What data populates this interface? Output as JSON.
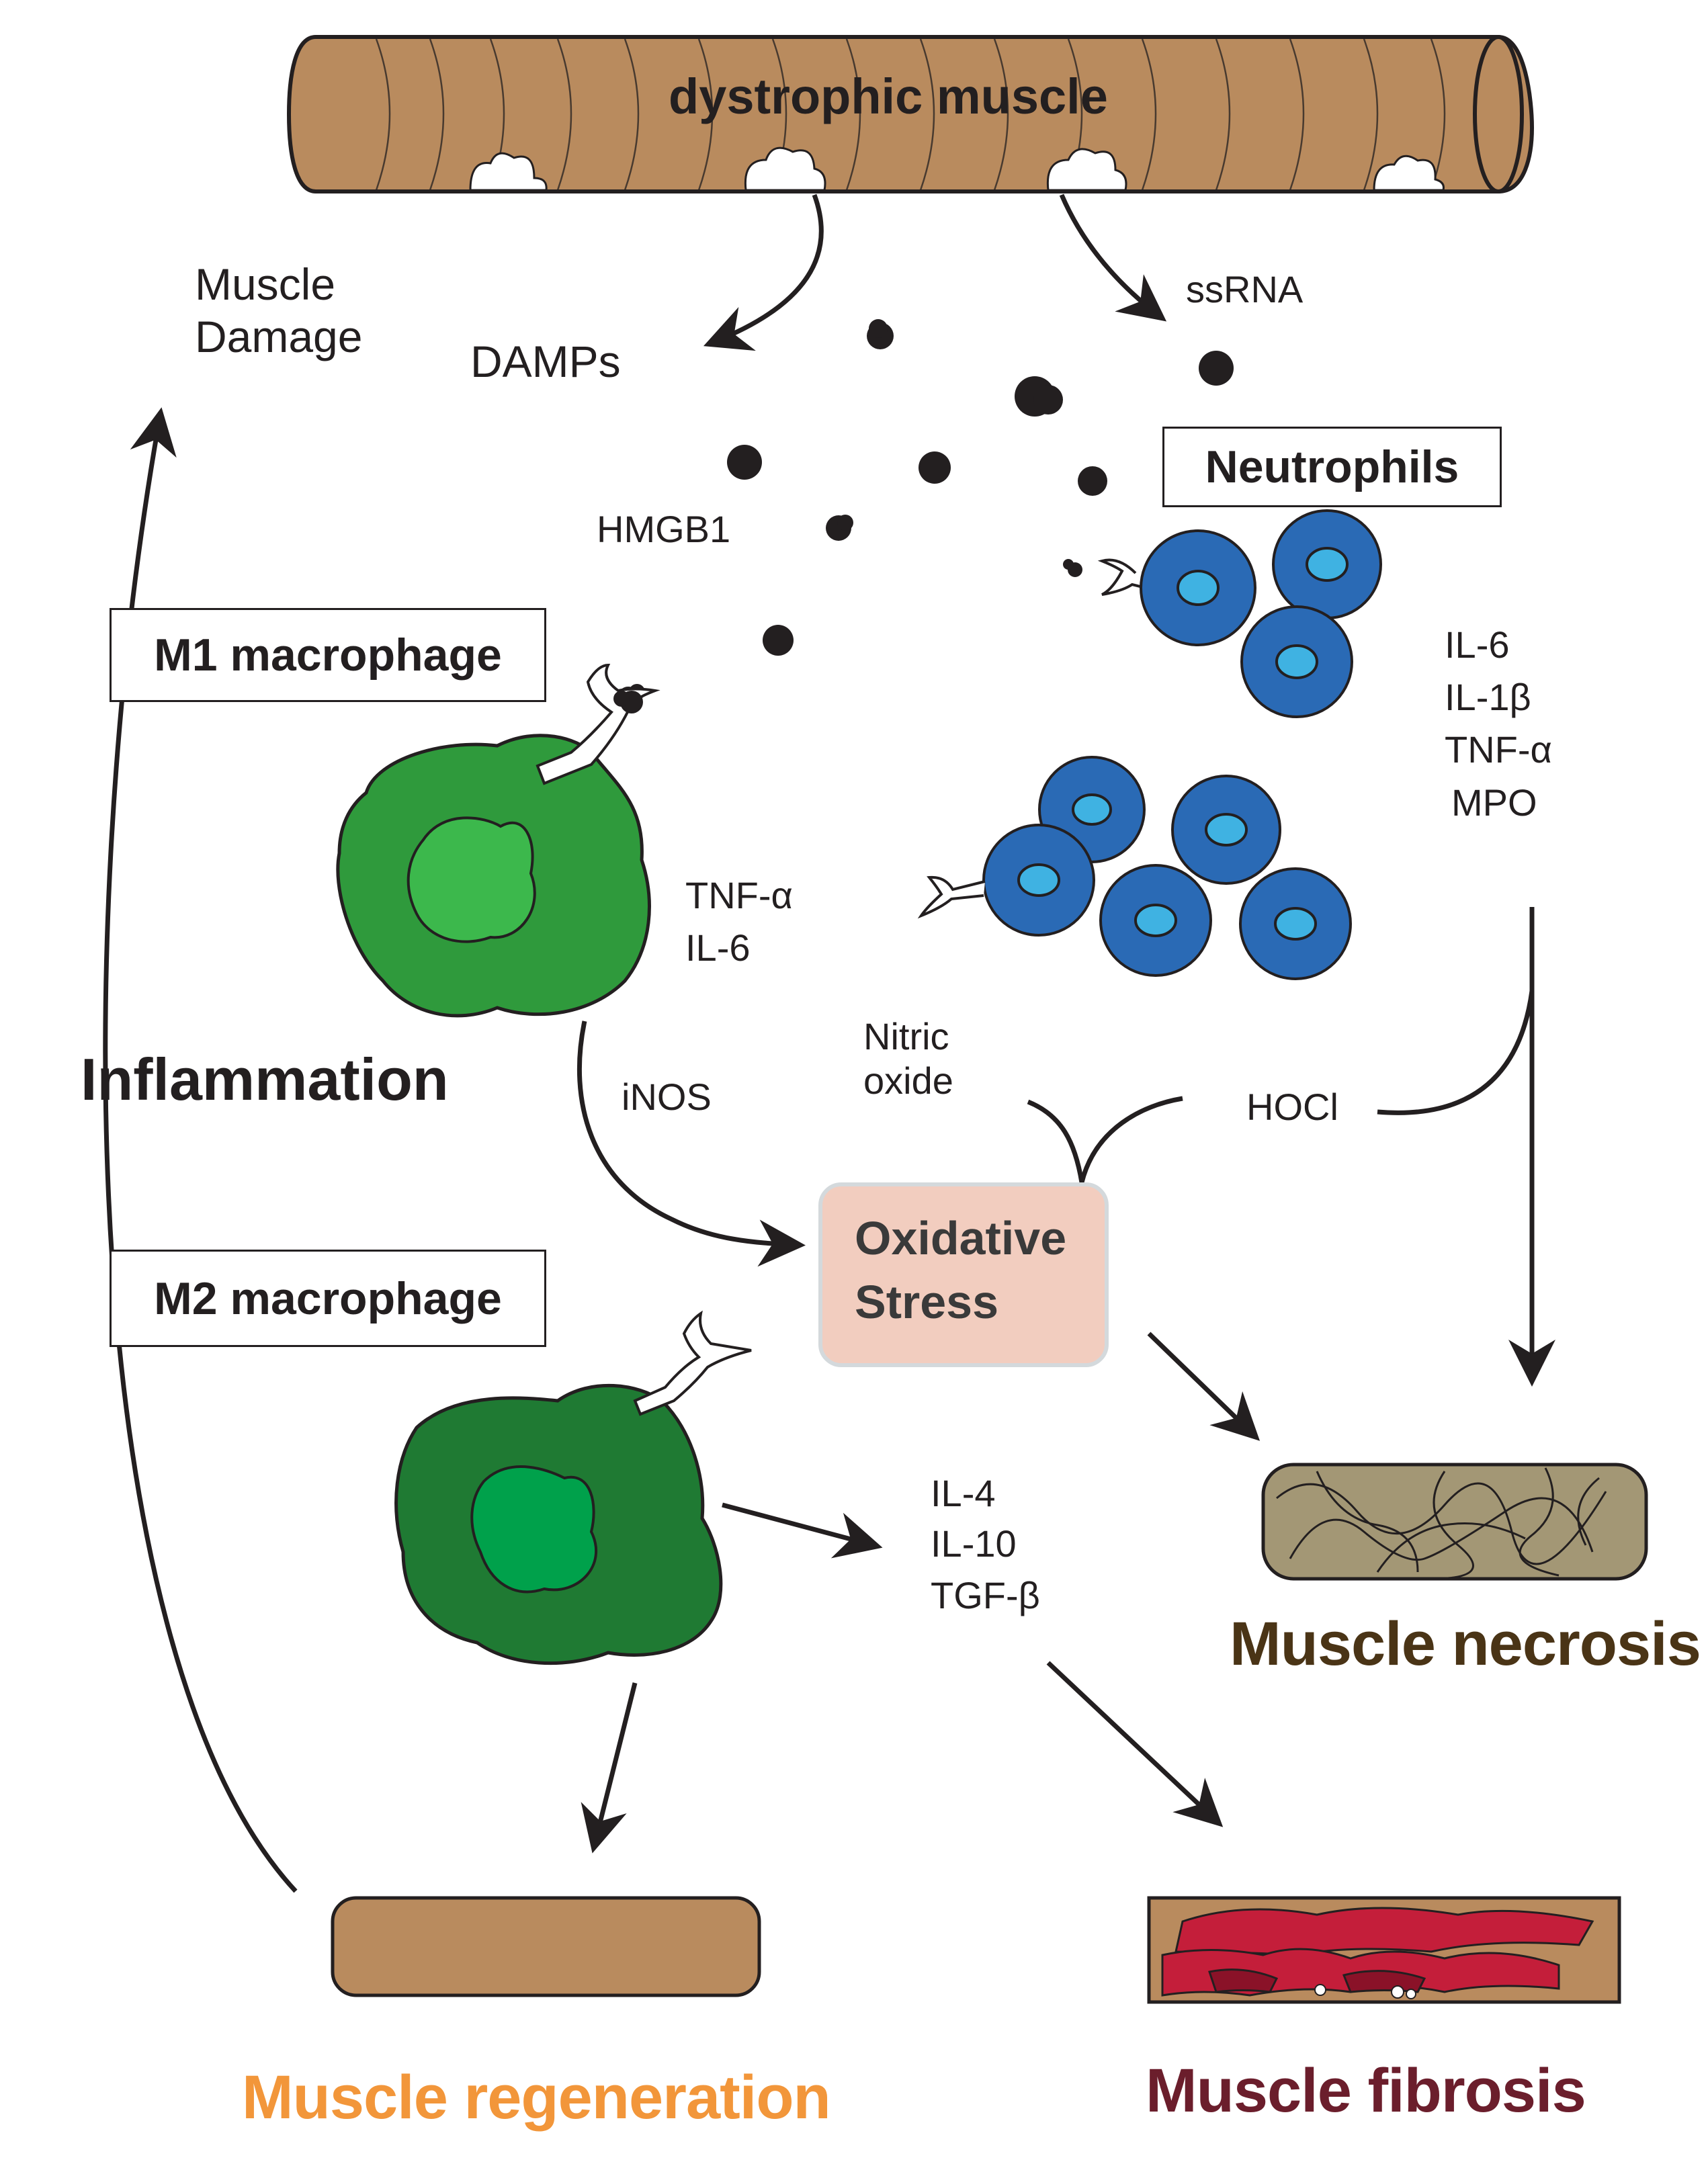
{
  "diagram": {
    "source": {
      "label": "dystrophic muscle"
    },
    "signals": {
      "muscle_damage": "Muscle\nDamage",
      "damps": "DAMPs",
      "ssrna": "ssRNA",
      "hmgb1": "HMGB1"
    },
    "cells": {
      "neutrophils": "Neutrophils",
      "m1_macrophage": "M1 macrophage",
      "m2_macrophage": "M2 macrophage"
    },
    "mediators": {
      "neutrophil_cytokines": [
        "IL-6",
        "IL-1β",
        "TNF-α",
        "MPO"
      ],
      "m1_cytokines": [
        "TNF-α",
        "IL-6"
      ],
      "inos": "iNOS",
      "nitric_oxide": "Nitric\noxide",
      "hocl": "HOCl",
      "m2_cytokines": [
        "IL-4",
        "IL-10",
        "TGF-β"
      ]
    },
    "processes": {
      "inflammation": "Inflammation",
      "oxidative_stress": "Oxidative\nStress"
    },
    "outcomes": {
      "necrosis": "Muscle necrosis",
      "regeneration": "Muscle regeneration",
      "fibrosis": "Muscle fibrosis"
    },
    "colors": {
      "muscle_tan": "#b98b5e",
      "neutrophil_blue": "#2a6ab5",
      "neutrophil_nucleus": "#3fb2e2",
      "m1_green": "#2f9a3c",
      "m2_green": "#1f7a33",
      "oxidative_fill": "#f2cdbf",
      "necrosis_text": "#4a3416",
      "regeneration_text": "#f2963a",
      "fibrosis_text": "#6b1e2c",
      "fibrosis_red": "#c41e3a"
    }
  }
}
